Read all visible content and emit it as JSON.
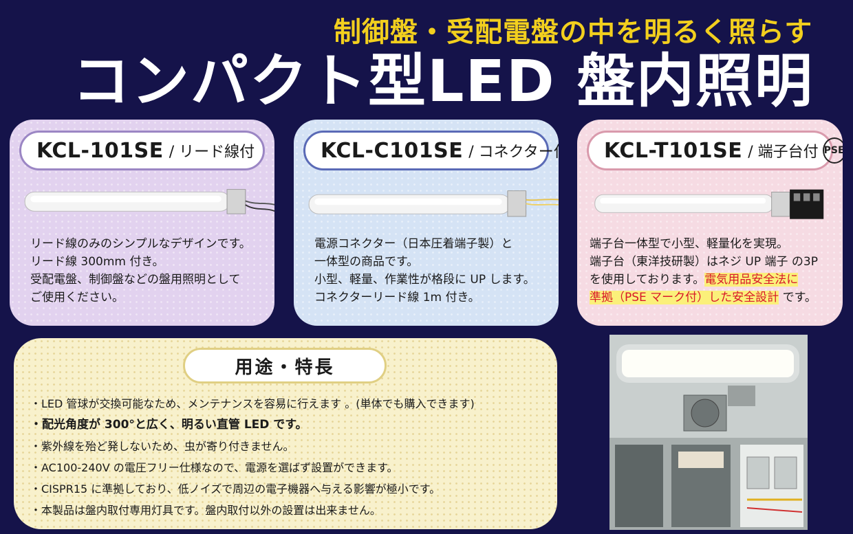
{
  "header": {
    "subtitle": "制御盤・受配電盤の中を明るく照らす",
    "title": "コンパクト型LED 盤内照明"
  },
  "products": [
    {
      "model": "KCL-101SE",
      "variant": "/ リード線付",
      "desc": [
        "リード線のみのシンプルなデザインです。",
        "リード線 300mm 付き。",
        "受配電盤、制御盤などの盤用照明として",
        "ご使用ください。"
      ]
    },
    {
      "model": "KCL-C101SE",
      "variant": "/ コネクター付",
      "desc": [
        "電源コネクター（日本圧着端子製）と",
        "一体型の商品です。",
        "小型、軽量、作業性が格段に UP します。",
        "コネクターリード線 1m 付き。"
      ]
    },
    {
      "model": "KCL-T101SE",
      "variant": "/ 端子台付",
      "pse_mark": "PSE",
      "desc": [
        "端子台一体型で小型、軽量化を実現。",
        "端子台（東洋技研製）はネジ UP 端子 の3P",
        "を使用しております。"
      ],
      "desc_highlight_1": "電気用品安全法に",
      "desc_highlight_2": "準拠（PSE マーク付）した安全設計",
      "desc_tail": " です。"
    }
  ],
  "features": {
    "heading": "用途・特長",
    "items": [
      "・LED 管球が交換可能なため、メンテナンスを容易に行えます 。(単体でも購入できます)",
      "・配光角度が 300°と広く、明るい直管 LED です。",
      "・紫外線を殆ど発しないため、虫が寄り付きません。",
      "・AC100-240V の電圧フリー仕様なので、電源を選ばず設置ができます。",
      "・CISPR15 に準拠しており、低ノイズで周辺の電子機器へ与える影響が極小です。",
      "・本製品は盤内取付専用灯具です。盤内取付以外の設置は出来ません。"
    ]
  },
  "colors": {
    "background": "#15134a",
    "subtitle": "#f2cf1e",
    "highlight_text": "#d8182a",
    "highlight_bg": "#fbf07a"
  }
}
